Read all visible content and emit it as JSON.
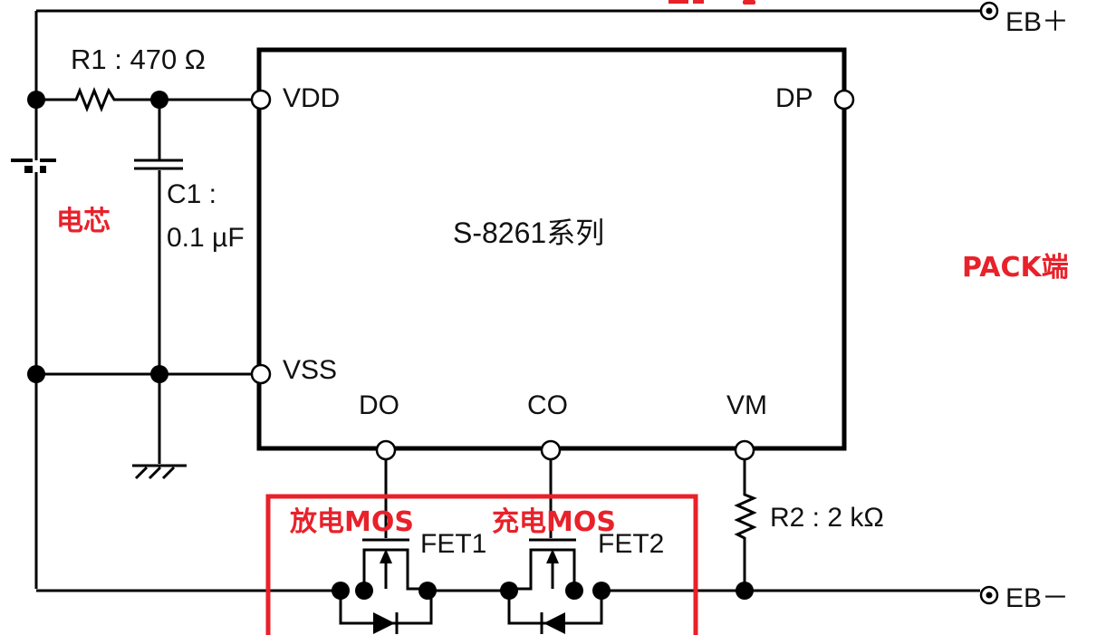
{
  "diagram": {
    "ic": {
      "name": "S-8261系列",
      "pins": {
        "vdd": "VDD",
        "vss": "VSS",
        "dp": "DP",
        "do": "DO",
        "co": "CO",
        "vm": "VM"
      }
    },
    "components": {
      "r1": "R1 : 470 Ω",
      "c1_line1": "C1 :",
      "c1_line2": "0.1 µF",
      "r2": "R2 : 2 kΩ",
      "fet1": "FET1",
      "fet2": "FET2"
    },
    "terminals": {
      "eb_plus": "EB＋",
      "eb_minus": "EB－"
    },
    "annotations": {
      "cell": "电芯",
      "pack": "PACK端",
      "discharge_mos": "放电MOS",
      "charge_mos": "充电MOS"
    },
    "colors": {
      "annotation": "#e8212a",
      "wire": "#000000"
    }
  }
}
